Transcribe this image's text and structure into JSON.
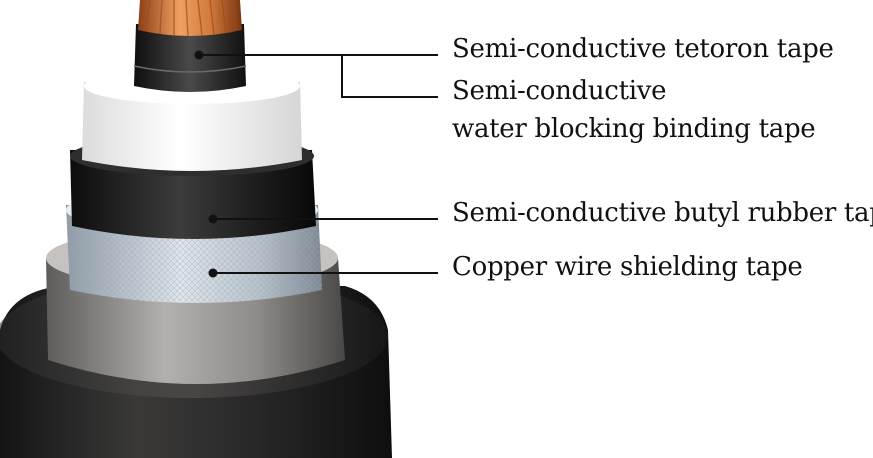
{
  "labels": {
    "tetoron": "Semi-conductive tetoron tape",
    "water_blocking_line1": "Semi-conductive",
    "water_blocking_line2": "water blocking binding tape",
    "butyl": "Semi-conductive butyl rubber tape",
    "copper_shield": "Copper wire shielding tape"
  },
  "layers": [
    {
      "name": "copper-conductor",
      "color": "#c8703a"
    },
    {
      "name": "semi-conductive-tetoron-tape",
      "color": "#1e1e1e"
    },
    {
      "name": "insulation",
      "color": "#f2f2f2"
    },
    {
      "name": "semi-conductive-butyl-rubber-tape",
      "color": "#161616"
    },
    {
      "name": "copper-wire-shielding-tape",
      "color": "#c9d3dd"
    },
    {
      "name": "inner-sheath",
      "color": "#8a8784"
    },
    {
      "name": "outer-sheath",
      "color": "#2a2929"
    }
  ]
}
